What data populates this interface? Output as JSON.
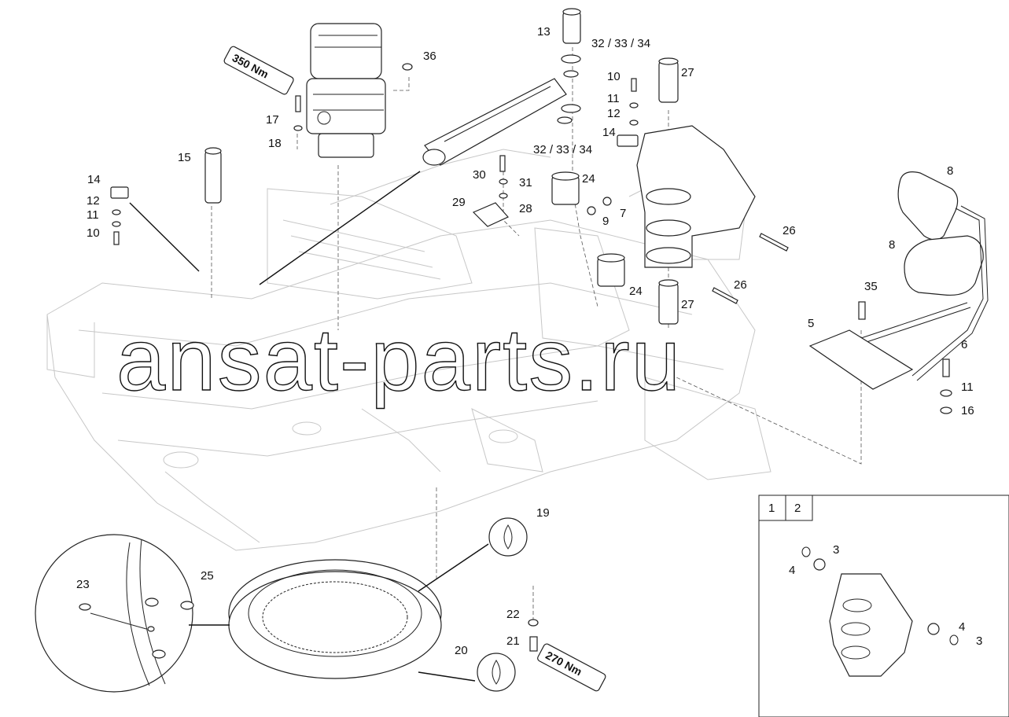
{
  "watermark": "ansat-parts.ru",
  "callouts": [
    {
      "id": "c13",
      "label": "13"
    },
    {
      "id": "c32a",
      "label": "32 / 33 / 34"
    },
    {
      "id": "c32b",
      "label": "32 / 33 / 34"
    },
    {
      "id": "c27a",
      "label": "27"
    },
    {
      "id": "c27b",
      "label": "27"
    },
    {
      "id": "c36",
      "label": "36"
    },
    {
      "id": "c17",
      "label": "17"
    },
    {
      "id": "c18",
      "label": "18"
    },
    {
      "id": "c15",
      "label": "15"
    },
    {
      "id": "c14a",
      "label": "14"
    },
    {
      "id": "c12a",
      "label": "12"
    },
    {
      "id": "c11a",
      "label": "11"
    },
    {
      "id": "c10a",
      "label": "10"
    },
    {
      "id": "c10b",
      "label": "10"
    },
    {
      "id": "c11b",
      "label": "11"
    },
    {
      "id": "c12b",
      "label": "12"
    },
    {
      "id": "c14b",
      "label": "14"
    },
    {
      "id": "c30",
      "label": "30"
    },
    {
      "id": "c31",
      "label": "31"
    },
    {
      "id": "c29",
      "label": "29"
    },
    {
      "id": "c28",
      "label": "28"
    },
    {
      "id": "c24a",
      "label": "24"
    },
    {
      "id": "c24b",
      "label": "24"
    },
    {
      "id": "c7",
      "label": "7"
    },
    {
      "id": "c9",
      "label": "9"
    },
    {
      "id": "c26a",
      "label": "26"
    },
    {
      "id": "c26b",
      "label": "26"
    },
    {
      "id": "c8a",
      "label": "8"
    },
    {
      "id": "c8b",
      "label": "8"
    },
    {
      "id": "c35",
      "label": "35"
    },
    {
      "id": "c5",
      "label": "5"
    },
    {
      "id": "c6",
      "label": "6"
    },
    {
      "id": "c11c",
      "label": "11"
    },
    {
      "id": "c16",
      "label": "16"
    },
    {
      "id": "c19",
      "label": "19"
    },
    {
      "id": "c20",
      "label": "20"
    },
    {
      "id": "c25",
      "label": "25"
    },
    {
      "id": "c23",
      "label": "23"
    },
    {
      "id": "c22",
      "label": "22"
    },
    {
      "id": "c21",
      "label": "21"
    },
    {
      "id": "c3a",
      "label": "3"
    },
    {
      "id": "c4a",
      "label": "4"
    },
    {
      "id": "c4b",
      "label": "4"
    },
    {
      "id": "c3b",
      "label": "3"
    }
  ],
  "torque": {
    "top": "350 Nm",
    "bottom": "270 Nm"
  },
  "inset_tabs": [
    "1",
    "2"
  ],
  "colors": {
    "line": "#222222",
    "ghost": "#c7c7c7",
    "background": "#ffffff"
  }
}
